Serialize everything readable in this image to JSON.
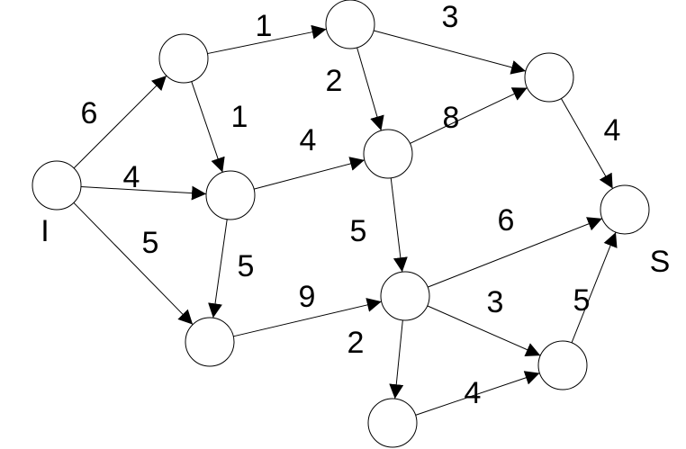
{
  "nodes": [
    {
      "id": "I"
    },
    {
      "id": "n_top_left"
    },
    {
      "id": "n_top_mid"
    },
    {
      "id": "n_top_right"
    },
    {
      "id": "n_mid_left"
    },
    {
      "id": "n_mid_center"
    },
    {
      "id": "n_low_left"
    },
    {
      "id": "n_low_center"
    },
    {
      "id": "n_bottom"
    },
    {
      "id": "n_low_right"
    },
    {
      "id": "S"
    }
  ],
  "node_labels": {
    "source": "I",
    "sink": "S"
  },
  "edges": [
    {
      "from": "I",
      "to": "n_top_left",
      "weight": "6"
    },
    {
      "from": "I",
      "to": "n_mid_left",
      "weight": "4"
    },
    {
      "from": "I",
      "to": "n_low_left",
      "weight": "5"
    },
    {
      "from": "n_top_left",
      "to": "n_top_mid",
      "weight": "1"
    },
    {
      "from": "n_top_left",
      "to": "n_mid_left",
      "weight": "1"
    },
    {
      "from": "n_top_mid",
      "to": "n_top_right",
      "weight": "3"
    },
    {
      "from": "n_top_mid",
      "to": "n_mid_center",
      "weight": "2"
    },
    {
      "from": "n_mid_left",
      "to": "n_mid_center",
      "weight": "4"
    },
    {
      "from": "n_mid_left",
      "to": "n_low_left",
      "weight": "5"
    },
    {
      "from": "n_mid_center",
      "to": "n_top_right",
      "weight": "8"
    },
    {
      "from": "n_mid_center",
      "to": "n_low_center",
      "weight": "5"
    },
    {
      "from": "n_top_right",
      "to": "S",
      "weight": "4"
    },
    {
      "from": "n_low_left",
      "to": "n_low_center",
      "weight": "9"
    },
    {
      "from": "n_low_center",
      "to": "S",
      "weight": "6"
    },
    {
      "from": "n_low_center",
      "to": "n_low_right",
      "weight": "3"
    },
    {
      "from": "n_low_center",
      "to": "n_bottom",
      "weight": "2"
    },
    {
      "from": "n_bottom",
      "to": "n_low_right",
      "weight": "4"
    },
    {
      "from": "n_low_right",
      "to": "S",
      "weight": "5"
    }
  ]
}
